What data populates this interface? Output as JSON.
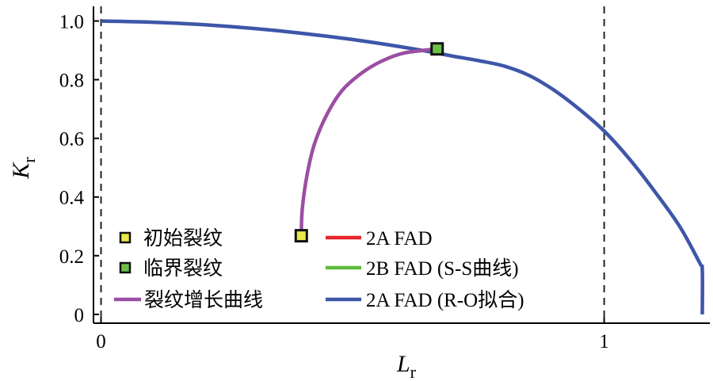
{
  "chart_data": {
    "type": "line",
    "xlabel": "L",
    "xlabel_sub": "r",
    "ylabel": "K",
    "ylabel_sub": "r",
    "xlim": [
      -0.015,
      1.21
    ],
    "ylim": [
      -0.03,
      1.05
    ],
    "x_ticks": [
      {
        "value": 0,
        "label": "0"
      },
      {
        "value": 1,
        "label": "1"
      }
    ],
    "y_ticks": [
      {
        "value": 0,
        "label": "0"
      },
      {
        "value": 0.2,
        "label": "0.2"
      },
      {
        "value": 0.4,
        "label": "0.4"
      },
      {
        "value": 0.6,
        "label": "0.6"
      },
      {
        "value": 0.8,
        "label": "0.8"
      },
      {
        "value": 1.0,
        "label": "1.0"
      }
    ],
    "vlines": [
      0,
      1
    ],
    "series": [
      {
        "name": "2A FAD",
        "color": "#e8242a",
        "x": [],
        "y": []
      },
      {
        "name": "2B FAD (S-S曲线)",
        "color": "#5dbb3c",
        "x": [],
        "y": []
      },
      {
        "name": "2A FAD (R-O拟合)",
        "color": "#3d56a8",
        "x": [
          0,
          0.1,
          0.2,
          0.3,
          0.4,
          0.5,
          0.6,
          0.67,
          0.7,
          0.75,
          0.8,
          0.85,
          0.9,
          0.95,
          1.0,
          1.05,
          1.1,
          1.15,
          1.19,
          1.195,
          1.195
        ],
        "y": [
          1.0,
          0.996,
          0.988,
          0.975,
          0.958,
          0.937,
          0.911,
          0.89,
          0.88,
          0.865,
          0.847,
          0.815,
          0.765,
          0.7,
          0.625,
          0.53,
          0.42,
          0.3,
          0.175,
          0.15,
          0.0
        ]
      },
      {
        "name": "裂纹增长曲线",
        "color": "#9b4ea3",
        "x": [
          0.398,
          0.4,
          0.41,
          0.425,
          0.45,
          0.48,
          0.52,
          0.56,
          0.6,
          0.64,
          0.668
        ],
        "y": [
          0.268,
          0.36,
          0.48,
          0.585,
          0.685,
          0.765,
          0.825,
          0.865,
          0.89,
          0.9,
          0.905
        ]
      }
    ],
    "markers": [
      {
        "name": "初始裂纹",
        "x": 0.398,
        "y": 0.268,
        "fill": "#e8e84a"
      },
      {
        "name": "临界裂纹",
        "x": 0.668,
        "y": 0.905,
        "fill": "#6cc04a"
      }
    ],
    "legend": {
      "placement": "bottom",
      "left_col": [
        {
          "label": "初始裂纹",
          "kind": "marker",
          "fill": "#e8e84a"
        },
        {
          "label": "临界裂纹",
          "kind": "marker",
          "fill": "#6cc04a"
        },
        {
          "label": "裂纹增长曲线",
          "kind": "line",
          "color": "#9b4ea3"
        }
      ],
      "right_col": [
        {
          "label": "2A FAD",
          "kind": "line",
          "color": "#e8242a"
        },
        {
          "label": "2B FAD (S-S曲线)",
          "kind": "line",
          "color": "#5dbb3c"
        },
        {
          "label": "2A FAD (R-O拟合)",
          "kind": "line",
          "color": "#3d56a8"
        }
      ]
    },
    "grid": false
  }
}
